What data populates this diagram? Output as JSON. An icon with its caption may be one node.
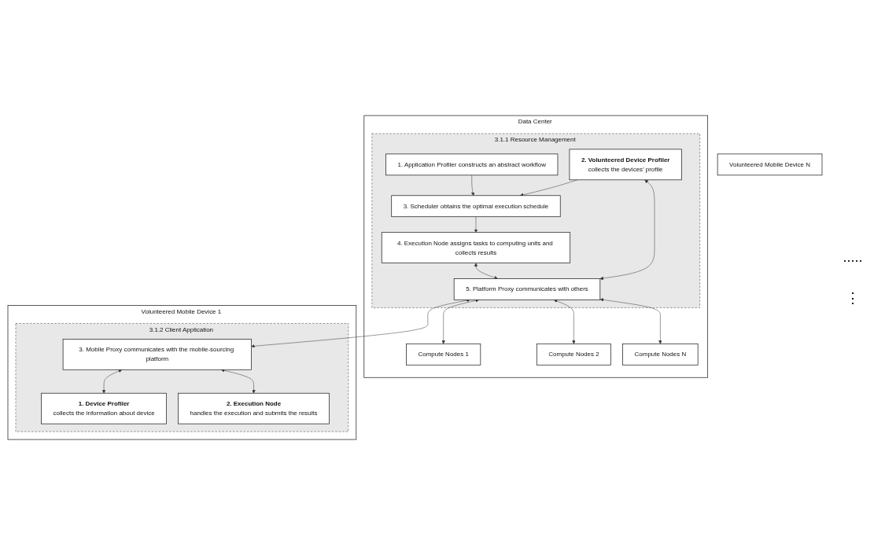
{
  "diagram": {
    "nodes": [
      {
        "text": [
          "Data Center"
        ]
      },
      {
        "text": [
          "3.1.1 Resource Management"
        ],
        "in": 0
      },
      {
        "text": [
          "1. Application Profiler constructs an abstract workflow"
        ],
        "in": 1
      },
      {
        "text": [
          "2. Volunteered Device Profiler",
          "collects the devices’ profile"
        ],
        "in": 1
      },
      {
        "text": [
          "3. Scheduler obtains the optimal execution schedule"
        ],
        "in": 1
      },
      {
        "text": [
          "4. Execution Node assigns tasks to computing units and collects results"
        ],
        "in": 1
      },
      {
        "text": [
          "5. Platform Proxy communicates with others"
        ],
        "in": 1
      },
      {
        "text": [
          "Compute Nodes 1"
        ],
        "in": 0
      },
      {
        "text": [
          "Compute Nodes 2"
        ],
        "in": 0
      },
      {
        "text": [
          "Compute Nodes N"
        ],
        "in": 0
      },
      {
        "text": [
          "Volunteered Mobile Device 1"
        ]
      },
      {
        "text": [
          "3.1.2 Client Application"
        ],
        "in": 10
      },
      {
        "text": [
          "3. Mobile Proxy communicates with the mobile-sourcing platform"
        ],
        "in": 11
      },
      {
        "text": [
          "1. Device Profiler",
          "collects the information about device"
        ],
        "in": 11
      },
      {
        "text": [
          "2. Execution Node",
          "handles the execution and submits the results"
        ],
        "in": 11
      },
      {
        "text": [
          "Volunteered Mobile Device N"
        ]
      }
    ],
    "edges": [
      {
        "from": 2,
        "to": 4,
        "arrow": "to"
      },
      {
        "from": 3,
        "to": 4,
        "arrow": "to"
      },
      {
        "from": 4,
        "to": 5,
        "arrow": "to"
      },
      {
        "from": 3,
        "to": 6,
        "arrow": "both"
      },
      {
        "from": 5,
        "to": 6,
        "arrow": "both"
      },
      {
        "from": 6,
        "to": 12,
        "arrow": "both"
      },
      {
        "from": 12,
        "to": 13,
        "arrow": "both"
      },
      {
        "from": 12,
        "to": 14,
        "arrow": "both"
      },
      {
        "from": 6,
        "to": 7,
        "arrow": "both"
      },
      {
        "from": 6,
        "to": 8,
        "arrow": "both"
      },
      {
        "from": 6,
        "to": 9,
        "arrow": "both"
      }
    ],
    "labels": [
      ".....",
      "⋮"
    ]
  }
}
